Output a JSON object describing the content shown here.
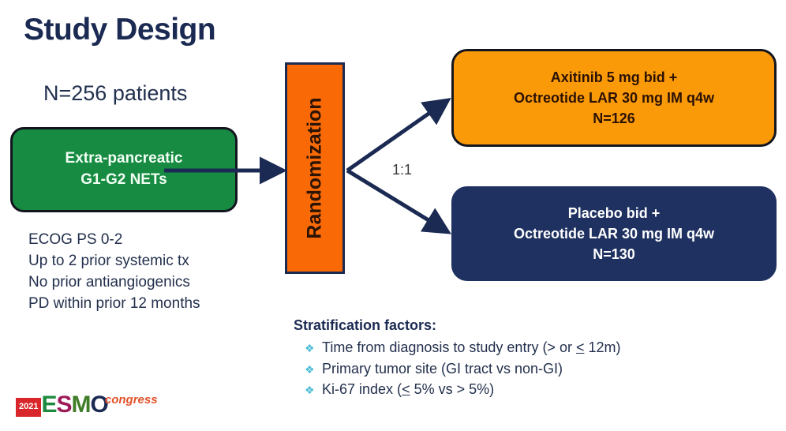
{
  "slide": {
    "title": "Study Design",
    "background_color": "#ffffff"
  },
  "population": {
    "sample_size_label": "N=256 patients",
    "box_line1": "Extra-pancreatic",
    "box_line2": "G1-G2 NETs",
    "box_color": "#188b42",
    "criteria": [
      "ECOG PS 0-2",
      "Up to 2 prior systemic tx",
      "No prior antiangiogenics",
      "PD within prior 12 months"
    ]
  },
  "randomization": {
    "label": "Randomization",
    "ratio": "1:1",
    "box_color": "#f96a07"
  },
  "arms": {
    "experimental": {
      "line1": "Axitinib 5 mg bid +",
      "line2": "Octreotide LAR 30 mg IM q4w",
      "line3": "N=126",
      "box_color": "#fb9a08"
    },
    "control": {
      "line1": "Placebo bid +",
      "line2": "Octreotide LAR 30 mg IM q4w",
      "line3": "N=130",
      "box_color": "#1f3160"
    }
  },
  "stratification": {
    "heading": "Stratification factors:",
    "bullet_glyph": "❖",
    "bullet_color": "#4bbcd6",
    "factors": [
      {
        "prefix": "Time from diagnosis to study entry (> or ",
        "underlined": "<",
        "suffix": " 12m)"
      },
      {
        "prefix": "Primary tumor site (GI tract vs non-GI)",
        "underlined": "",
        "suffix": ""
      },
      {
        "prefix": "Ki-67 index (",
        "underlined": "<",
        "suffix": " 5% vs > 5%)"
      }
    ]
  },
  "logo": {
    "year": "2021",
    "letter_e": "E",
    "letter_s": "S",
    "letter_m": "M",
    "letter_o": "O",
    "congress": "congress"
  }
}
